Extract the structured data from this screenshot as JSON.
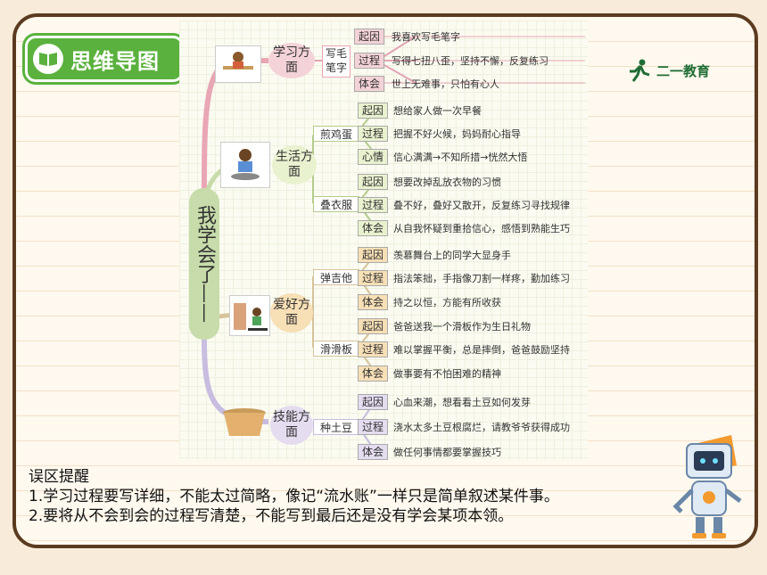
{
  "badge": {
    "title": "思维导图"
  },
  "brand": {
    "name": "二一教育"
  },
  "mindmap": {
    "root": "我学会了——",
    "categories": [
      {
        "label": "学习方面",
        "subs": [
          {
            "name": "写毛笔字",
            "rows": [
              [
                "起因",
                "我喜欢写毛笔字"
              ],
              [
                "过程",
                "写得七扭八歪，坚持不懈，反复练习"
              ],
              [
                "体会",
                "世上无难事，只怕有心人"
              ]
            ]
          }
        ]
      },
      {
        "label": "生活方面",
        "subs": [
          {
            "name": "煎鸡蛋",
            "rows": [
              [
                "起因",
                "想给家人做一次早餐"
              ],
              [
                "过程",
                "把握不好火候，妈妈耐心指导"
              ],
              [
                "心情",
                "信心满满→不知所措→恍然大悟"
              ]
            ]
          },
          {
            "name": "叠衣服",
            "rows": [
              [
                "起因",
                "想要改掉乱放衣物的习惯"
              ],
              [
                "过程",
                "叠不好，叠好又散开，反复练习寻找规律"
              ],
              [
                "体会",
                "从自我怀疑到重拾信心，感悟到熟能生巧"
              ]
            ]
          }
        ]
      },
      {
        "label": "爱好方面",
        "subs": [
          {
            "name": "弹吉他",
            "rows": [
              [
                "起因",
                "羡慕舞台上的同学大显身手"
              ],
              [
                "过程",
                "指法笨拙，手指像刀割一样疼，勤加练习"
              ],
              [
                "体会",
                "持之以恒，方能有所收获"
              ]
            ]
          },
          {
            "name": "滑滑板",
            "rows": [
              [
                "起因",
                "爸爸送我一个滑板作为生日礼物"
              ],
              [
                "过程",
                "难以掌握平衡，总是摔倒，爸爸鼓励坚持"
              ],
              [
                "体会",
                "做事要有不怕困难的精神"
              ]
            ]
          }
        ]
      },
      {
        "label": "技能方面",
        "subs": [
          {
            "name": "种土豆",
            "rows": [
              [
                "起因",
                "心血来潮，想看看土豆如何发芽"
              ],
              [
                "过程",
                "浇水太多土豆根腐烂，请教爷爷获得成功"
              ],
              [
                "体会",
                "做任何事情都要掌握技巧"
              ]
            ]
          }
        ]
      }
    ]
  },
  "notes": {
    "heading": "误区提醒",
    "line1": "1.学习过程要写详细，不能太过简略，像记“流水账”一样只是简单叙述某件事。",
    "line2": "2.要将从不会到会的过程写清楚，不能写到最后还是没有学会某项本领。"
  },
  "colors": {
    "green": "#5ab13d",
    "frame": "#5a3b1f",
    "pink": "#f4d3d8",
    "purple": "#e5dcf0",
    "yellowgreen": "#e9f2cf",
    "orange": "#f7dfb6"
  }
}
